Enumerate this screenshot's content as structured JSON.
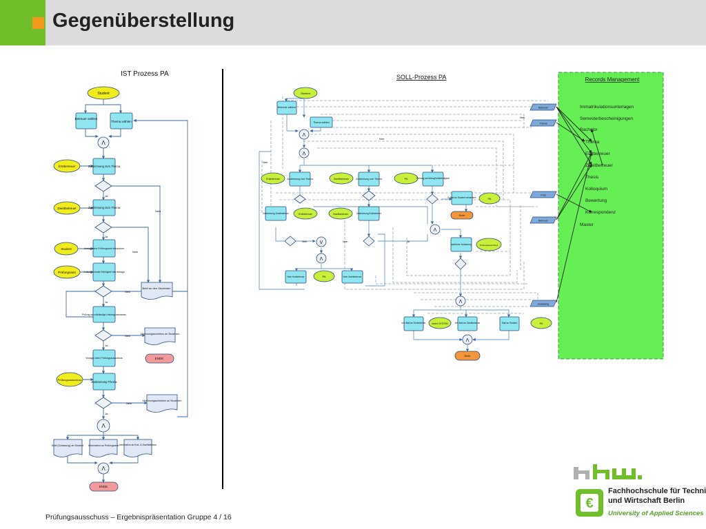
{
  "slide": {
    "title": "Gegenüberstellung",
    "footer": "Prüfungsausschuss – Ergebnispräsentation Gruppe 4  /  16",
    "colors": {
      "header_bg": "#dcdcdc",
      "accent_green": "#6fbe2a",
      "accent_orange": "#f39a1e",
      "records_green": "#66ee55"
    }
  },
  "logo": {
    "wordmark": "htw.",
    "line1": "Fachhochschule für Technik",
    "line2": "und Wirtschaft Berlin",
    "line3": "University of Applied Sciences"
  },
  "ist": {
    "title": "IST Prozess PA",
    "start": "Student",
    "step1a": "Betreuer wählen",
    "step1b": "Thema wählen",
    "and1": "Λ",
    "role_erst": "Erstbetreuer",
    "zust_thema": "Zustimmung zum Thema",
    "role_zweit": "Zweitbetreuer",
    "zust_thema2": "Zustimmung zum Thema",
    "role_student": "Student",
    "antrag": "Antrag beim Prüfungsamt einreichen",
    "role_pa": "Prüfungsamt",
    "pruefung_formale": "Prüfung formale Richtigkeit des Antrags",
    "pruefung_leistung": "Prüfung auf vollständige Leistungsnachweise",
    "vorlage": "Vorlage beim Prüfungsausschuss",
    "role_pruefaus": "Prüfungsausschuss",
    "zust_thema3": "Zustimmung Thema",
    "brief_student": "Brief an den Studenten",
    "ablehnung1": "Ablehnungsschreiben an Studenten",
    "ablehnung2": "Ablehnungsschreiben an Studenten",
    "ende1": "ENDE",
    "ende2": "ENDE",
    "brief_zulassung": "Brief (Zulassung) an Student",
    "info_pa": "Information an Prüfungsamt",
    "info_betreuer": "Information an Erst- & Zweitbetreuer",
    "label_ja": "Ja",
    "label_nein": "Nein"
  },
  "soll": {
    "title": "SOLL-Prozess PA",
    "start": "Student",
    "betreuer_waehlen": "Betreuer wählen",
    "thema_waehlen": "Thema wählen",
    "erstbetreuer": "Erstbetreuer",
    "zust_thema": "Zustimmung zum Thema",
    "zweitbetreuer": "Zweitbetreuer",
    "zust_thema2": "Zustimmung zum Thema",
    "pa": "PA",
    "pruefung_antrag": "Prüfung auf Antrag/Vollständigkeit",
    "zust_erst": "Zustimmung Zweitbetreuer",
    "erstbetreuer2": "Erstbetreuer",
    "zweitbetreuer2": "Zweitbetreuer",
    "zust_zweit": "Zustimmung Erstbetreuer",
    "email_student": "E-Mail an Student versenden",
    "pa2": "PA",
    "ende1": "Ende",
    "nein_erst": "Nein Erstbetreuer",
    "pa3": "PA",
    "nein_zweit": "Nein Zweitbetreuer",
    "fachl_zulassung": "fachliche Zulassung",
    "pruefungsausschuss": "Prüfungsausschuss",
    "info_erst": "Info Mail an Erstbetreuer",
    "setzen": "setzen SYSTEM",
    "info_zweit": "Info Mail an Zweitbetreuer",
    "mail_student": "Mail an Student",
    "pa4": "PA",
    "ende2": "Ende",
    "doc_betreuer": "Betreuer",
    "doc_thema": "Thema",
    "doc_post": "Post",
    "doc_betreuer2": "Betreuer",
    "doc_zulassung": "Zulassung",
    "label_ja": "Ja",
    "label_nein": "Nein"
  },
  "records": {
    "title": "Records Management",
    "items": [
      "Immatrikulationsunterlagen",
      "Semesterbescheinigungen",
      "Bachelor",
      "Thema",
      "Erstbetreuer",
      "Zweitbetreuer",
      "Thesis",
      "Kolloquium",
      "Bewertung",
      "Korrespondenz",
      "Master"
    ]
  }
}
